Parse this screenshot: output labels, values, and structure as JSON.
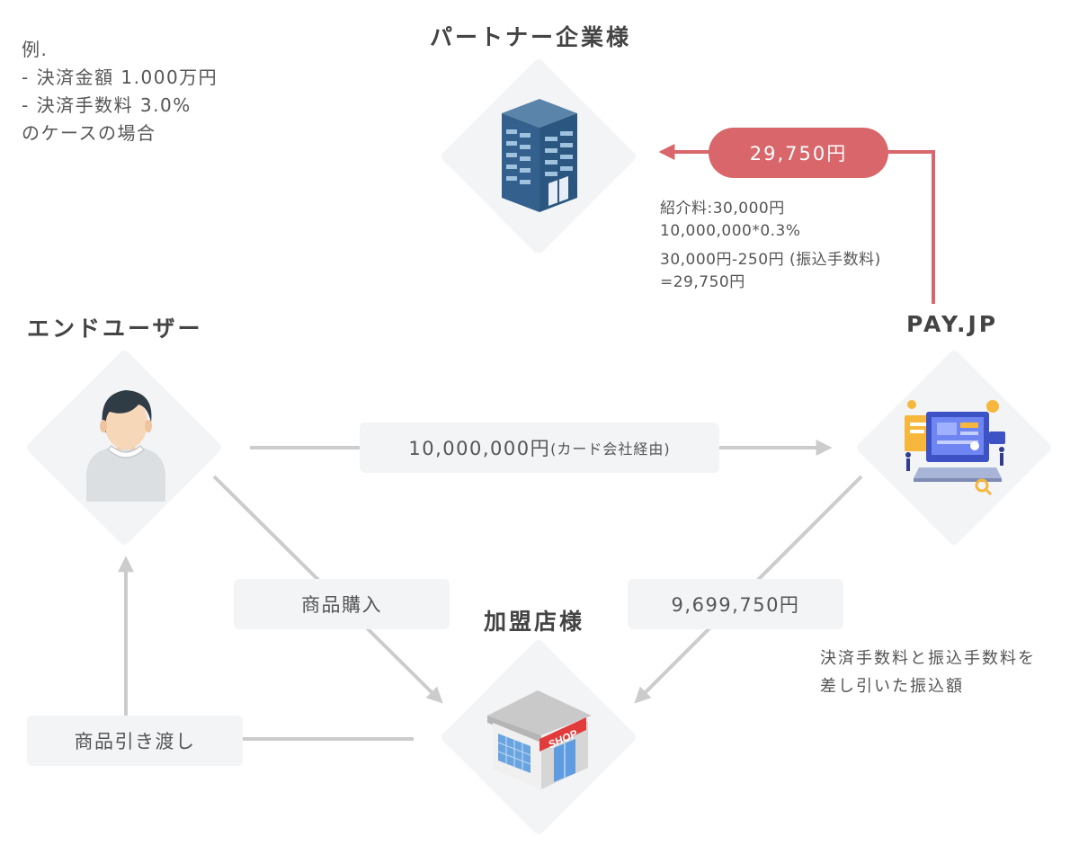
{
  "example_note": {
    "line1": "例.",
    "line2": "- 決済金額 1.000万円",
    "line3": "- 決済手数料 3.0%",
    "line4": "のケースの場合"
  },
  "nodes": {
    "partner": {
      "title": "パートナー企業様",
      "icon": "office-building-icon"
    },
    "end_user": {
      "title": "エンドユーザー",
      "icon": "user-avatar-icon"
    },
    "payjp": {
      "title": "PAY.JP",
      "icon": "payment-platform-illustration-icon"
    },
    "merchant": {
      "title": "加盟店様",
      "icon": "shop-icon"
    }
  },
  "flows": {
    "payment_amount": "10,000,000円",
    "payment_note": "(カード会社経由)",
    "purchase": "商品購入",
    "delivery": "商品引き渡し",
    "transfer_amount": "9,699,750円",
    "transfer_note_line1": "決済手数料と振込手数料を",
    "transfer_note_line2": "差し引いた振込額",
    "partner_payout": "29,750円",
    "fee_line1": "紹介料:30,000円",
    "fee_line2": "10,000,000*0.3%",
    "fee_line3": "30,000円-250円 (振込手数料)",
    "fee_line4": "=29,750円"
  },
  "colors": {
    "arrow_gray": "#cccccc",
    "box_bg": "#f3f4f6",
    "accent_red": "#d9666a"
  }
}
